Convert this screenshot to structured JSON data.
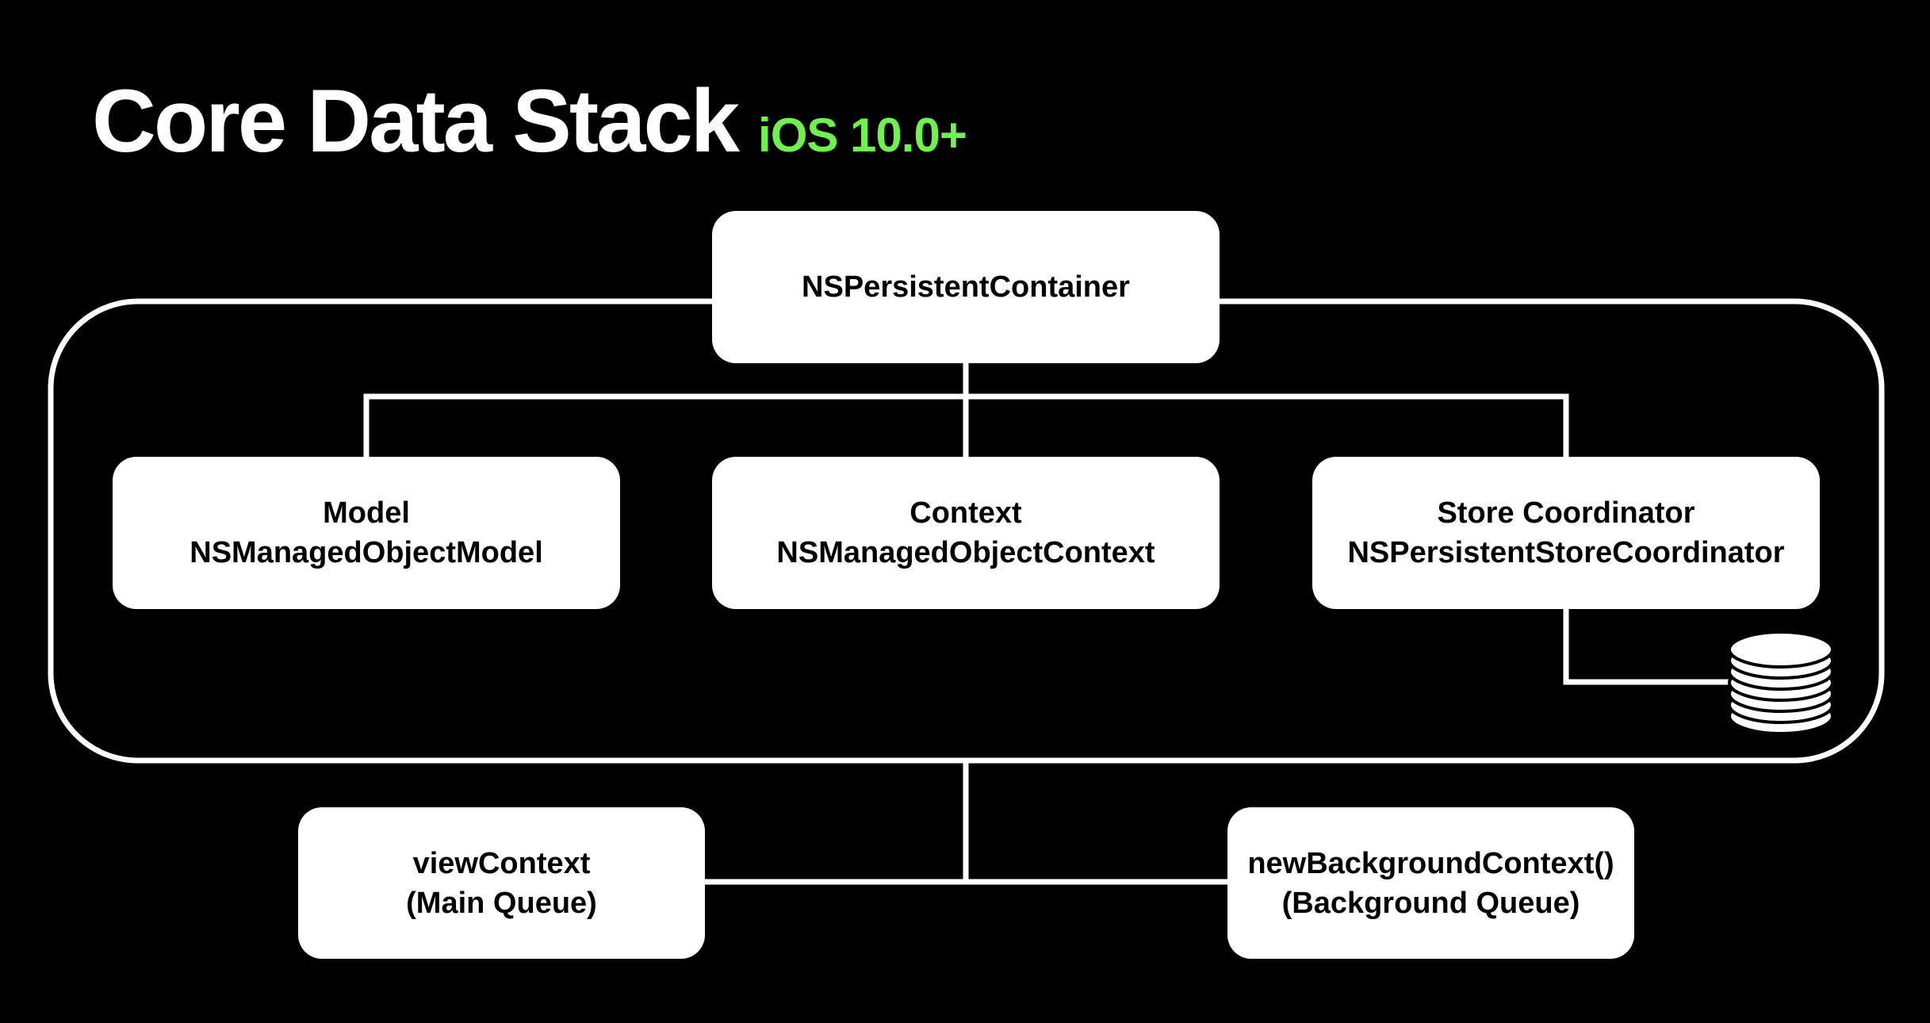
{
  "header": {
    "title": "Core Data Stack",
    "subtitle": "iOS 10.0+"
  },
  "colors": {
    "background": "#000000",
    "box_fill": "#ffffff",
    "box_text": "#000000",
    "line": "#ffffff",
    "subtitle": "#6ff24d"
  },
  "diagram": {
    "container": {
      "line1": "NSPersistentContainer"
    },
    "model": {
      "line1": "Model",
      "line2": "NSManagedObjectModel"
    },
    "context": {
      "line1": "Context",
      "line2": "NSManagedObjectContext"
    },
    "store": {
      "line1": "Store Coordinator",
      "line2": "NSPersistentStoreCoordinator"
    },
    "view_context": {
      "line1": "viewContext",
      "line2": "(Main Queue)"
    },
    "background_context": {
      "line1": "newBackgroundContext()",
      "line2": "(Background Queue)"
    },
    "store_icon": "database-icon"
  }
}
